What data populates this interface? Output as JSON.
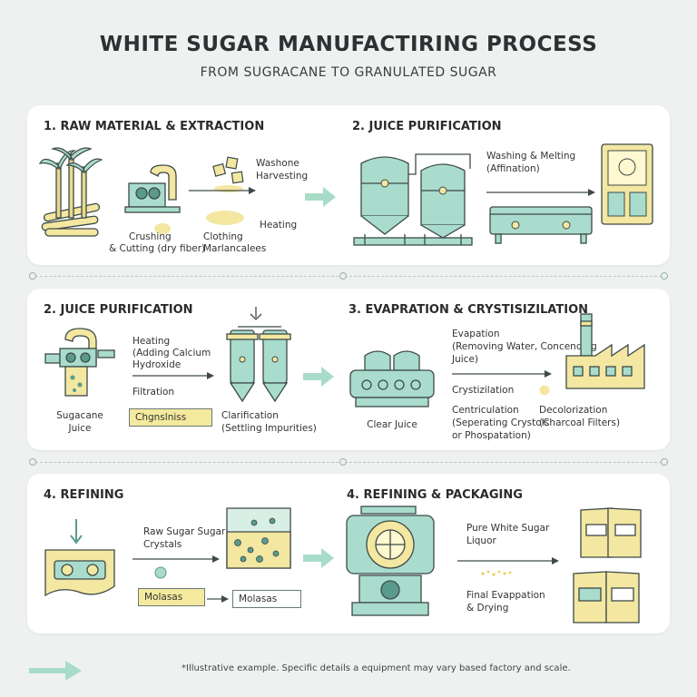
{
  "header": {
    "title": "WHITE SUGAR MANUFACTIRING PROCESS",
    "subtitle": "FROM SUGRACANE TO GRANULATED SUGAR"
  },
  "section1": {
    "title": "1. RAW MATERIAL & EXTRACTION",
    "labels": {
      "washone": "Washone",
      "harvesting": "Harvesting",
      "crushing": "Crushing",
      "cutting": "& Cutting (dry fiber)",
      "clothing": "Clothing",
      "marlancalees": "Marlancalees",
      "heating": "Heating"
    }
  },
  "section2": {
    "title": "2. JUICE PURIFICATION",
    "labels": {
      "washing_melting": "Washing & Melting",
      "affination": "(Affination)"
    }
  },
  "section3": {
    "title": "2. JUICE PURIFICATION",
    "labels": {
      "heating": "Heating",
      "adding_calcium": "(Adding Calcium",
      "hydroxide": "Hydroxide",
      "filtration": "Filtration",
      "sugarcane": "Sugacane",
      "juice": "Juice",
      "box": "Chgnslniss",
      "clarification": "Clarification",
      "settling": "(Settling Impurities)"
    }
  },
  "section4": {
    "title": "3. EVAPRATION & CRYSTISIZILATION",
    "labels": {
      "evapation": "Evapation",
      "removing": "(Removing Water, Concending",
      "juice": "Juice)",
      "crystizilation": "Crystizilation",
      "centriculation": "Centriculation",
      "separating": "(Seperating Crystols",
      "phospatation": "or Phospatation)",
      "clear_juice": "Clear Juice",
      "decolorization": "Decolorization",
      "charcoal": "(Charcoal Filters)"
    }
  },
  "section5": {
    "title": "4. REFINING",
    "labels": {
      "raw_sugar": "Raw Sugar Sugar",
      "crystals": "Crystals",
      "molasas_box1": "Molasas",
      "molasas_box2": "Molasas"
    }
  },
  "section6": {
    "title": "4. REFINING & PACKAGING",
    "labels": {
      "pure_white": "Pure White Sugar",
      "liquor": "Liquor",
      "final_evap": "Final Evappation",
      "drying": "& Drying"
    }
  },
  "footer": {
    "note": "*Illustrative example. Specific details a equipment may vary based factory and scale."
  },
  "colors": {
    "mint": "#a9dccd",
    "mint_dark": "#5a9a8c",
    "yellow": "#f3e7a1",
    "outline": "#3d4a48",
    "arrow": "#a8dcc8"
  }
}
